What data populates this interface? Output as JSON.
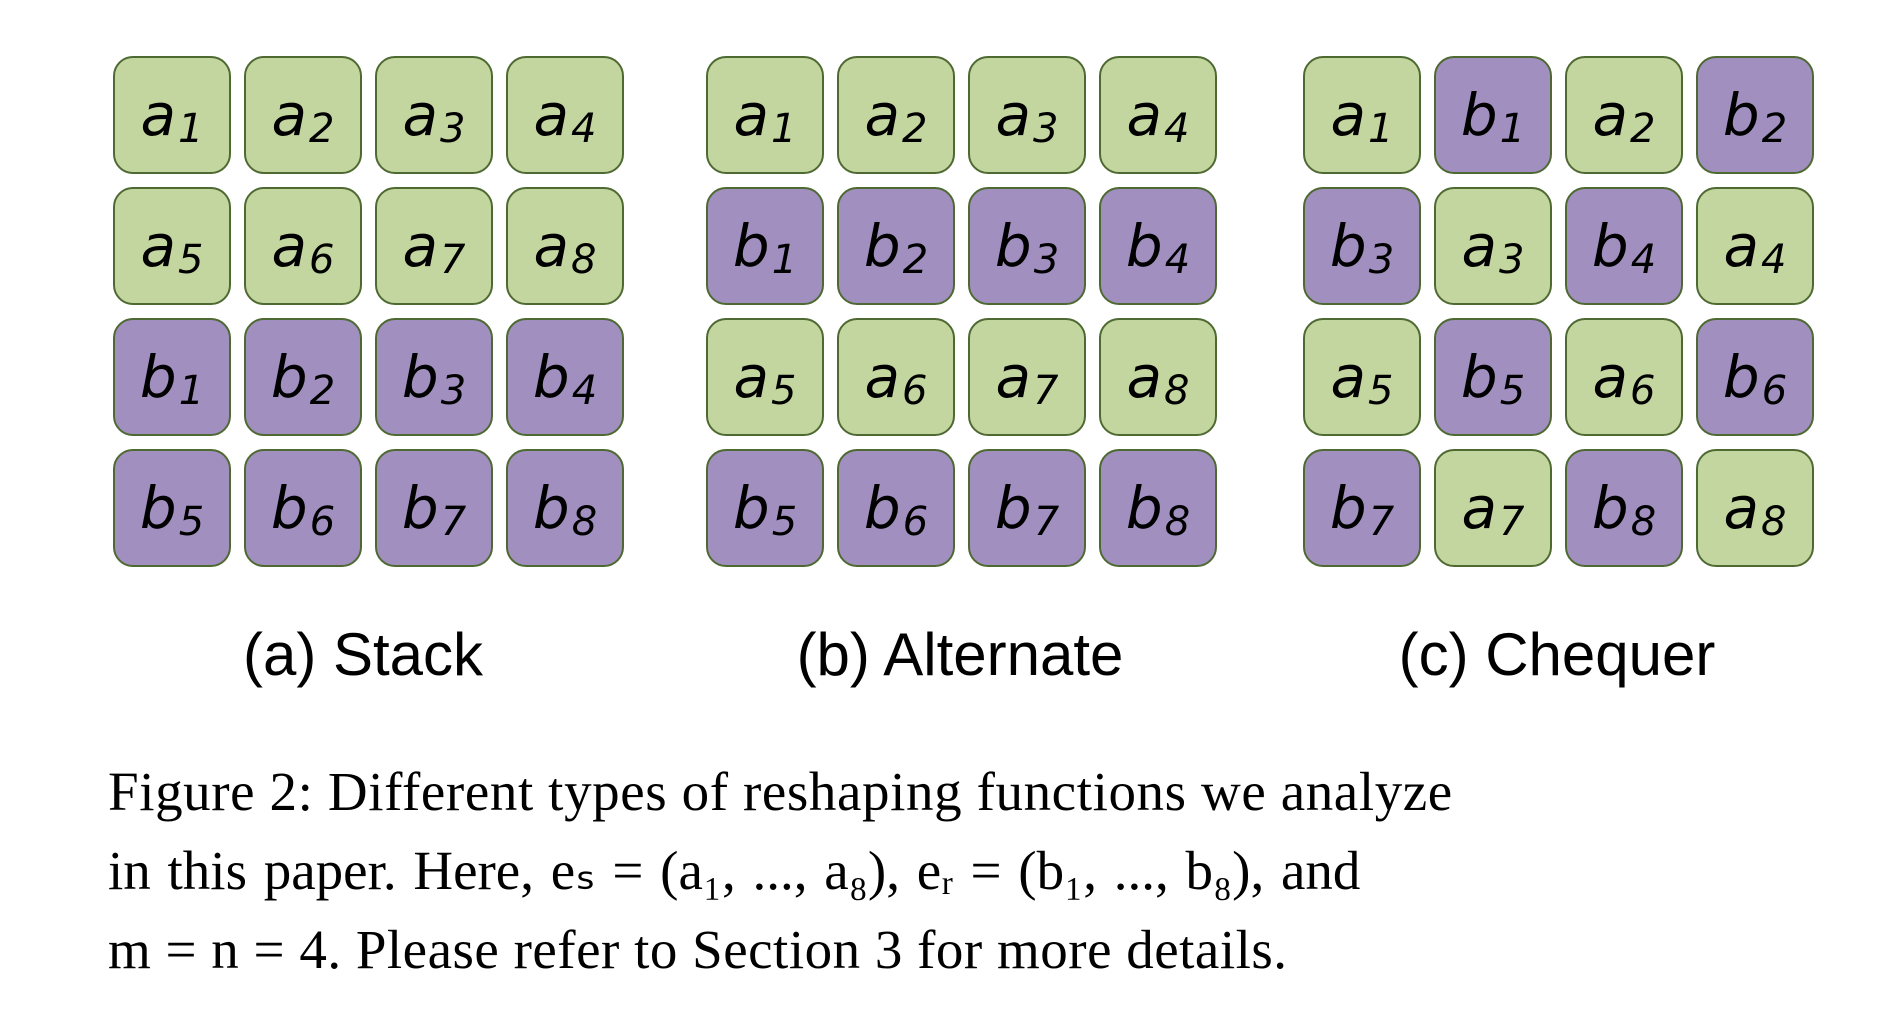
{
  "colors": {
    "a_fill": "#c4d6a0",
    "b_fill": "#a18fbf",
    "cell_border": "#4e6a32"
  },
  "panels": [
    {
      "id": "stack",
      "label": "(a) Stack",
      "cells": [
        {
          "letter": "a",
          "index": "1"
        },
        {
          "letter": "a",
          "index": "2"
        },
        {
          "letter": "a",
          "index": "3"
        },
        {
          "letter": "a",
          "index": "4"
        },
        {
          "letter": "a",
          "index": "5"
        },
        {
          "letter": "a",
          "index": "6"
        },
        {
          "letter": "a",
          "index": "7"
        },
        {
          "letter": "a",
          "index": "8"
        },
        {
          "letter": "b",
          "index": "1"
        },
        {
          "letter": "b",
          "index": "2"
        },
        {
          "letter": "b",
          "index": "3"
        },
        {
          "letter": "b",
          "index": "4"
        },
        {
          "letter": "b",
          "index": "5"
        },
        {
          "letter": "b",
          "index": "6"
        },
        {
          "letter": "b",
          "index": "7"
        },
        {
          "letter": "b",
          "index": "8"
        }
      ]
    },
    {
      "id": "alternate",
      "label": "(b) Alternate",
      "cells": [
        {
          "letter": "a",
          "index": "1"
        },
        {
          "letter": "a",
          "index": "2"
        },
        {
          "letter": "a",
          "index": "3"
        },
        {
          "letter": "a",
          "index": "4"
        },
        {
          "letter": "b",
          "index": "1"
        },
        {
          "letter": "b",
          "index": "2"
        },
        {
          "letter": "b",
          "index": "3"
        },
        {
          "letter": "b",
          "index": "4"
        },
        {
          "letter": "a",
          "index": "5"
        },
        {
          "letter": "a",
          "index": "6"
        },
        {
          "letter": "a",
          "index": "7"
        },
        {
          "letter": "a",
          "index": "8"
        },
        {
          "letter": "b",
          "index": "5"
        },
        {
          "letter": "b",
          "index": "6"
        },
        {
          "letter": "b",
          "index": "7"
        },
        {
          "letter": "b",
          "index": "8"
        }
      ]
    },
    {
      "id": "chequer",
      "label": "(c) Chequer",
      "cells": [
        {
          "letter": "a",
          "index": "1"
        },
        {
          "letter": "b",
          "index": "1"
        },
        {
          "letter": "a",
          "index": "2"
        },
        {
          "letter": "b",
          "index": "2"
        },
        {
          "letter": "b",
          "index": "3"
        },
        {
          "letter": "a",
          "index": "3"
        },
        {
          "letter": "b",
          "index": "4"
        },
        {
          "letter": "a",
          "index": "4"
        },
        {
          "letter": "a",
          "index": "5"
        },
        {
          "letter": "b",
          "index": "5"
        },
        {
          "letter": "a",
          "index": "6"
        },
        {
          "letter": "b",
          "index": "6"
        },
        {
          "letter": "b",
          "index": "7"
        },
        {
          "letter": "a",
          "index": "7"
        },
        {
          "letter": "b",
          "index": "8"
        },
        {
          "letter": "a",
          "index": "8"
        }
      ]
    }
  ],
  "caption": {
    "line1": "Figure 2: Different types of reshaping functions we analyze",
    "line2": "in this paper. Here, eₛ = (a₁, ..., a₈), eᵣ = (b₁, ..., b₈), and",
    "line3": "m = n = 4. Please refer to Section 3 for more details."
  }
}
